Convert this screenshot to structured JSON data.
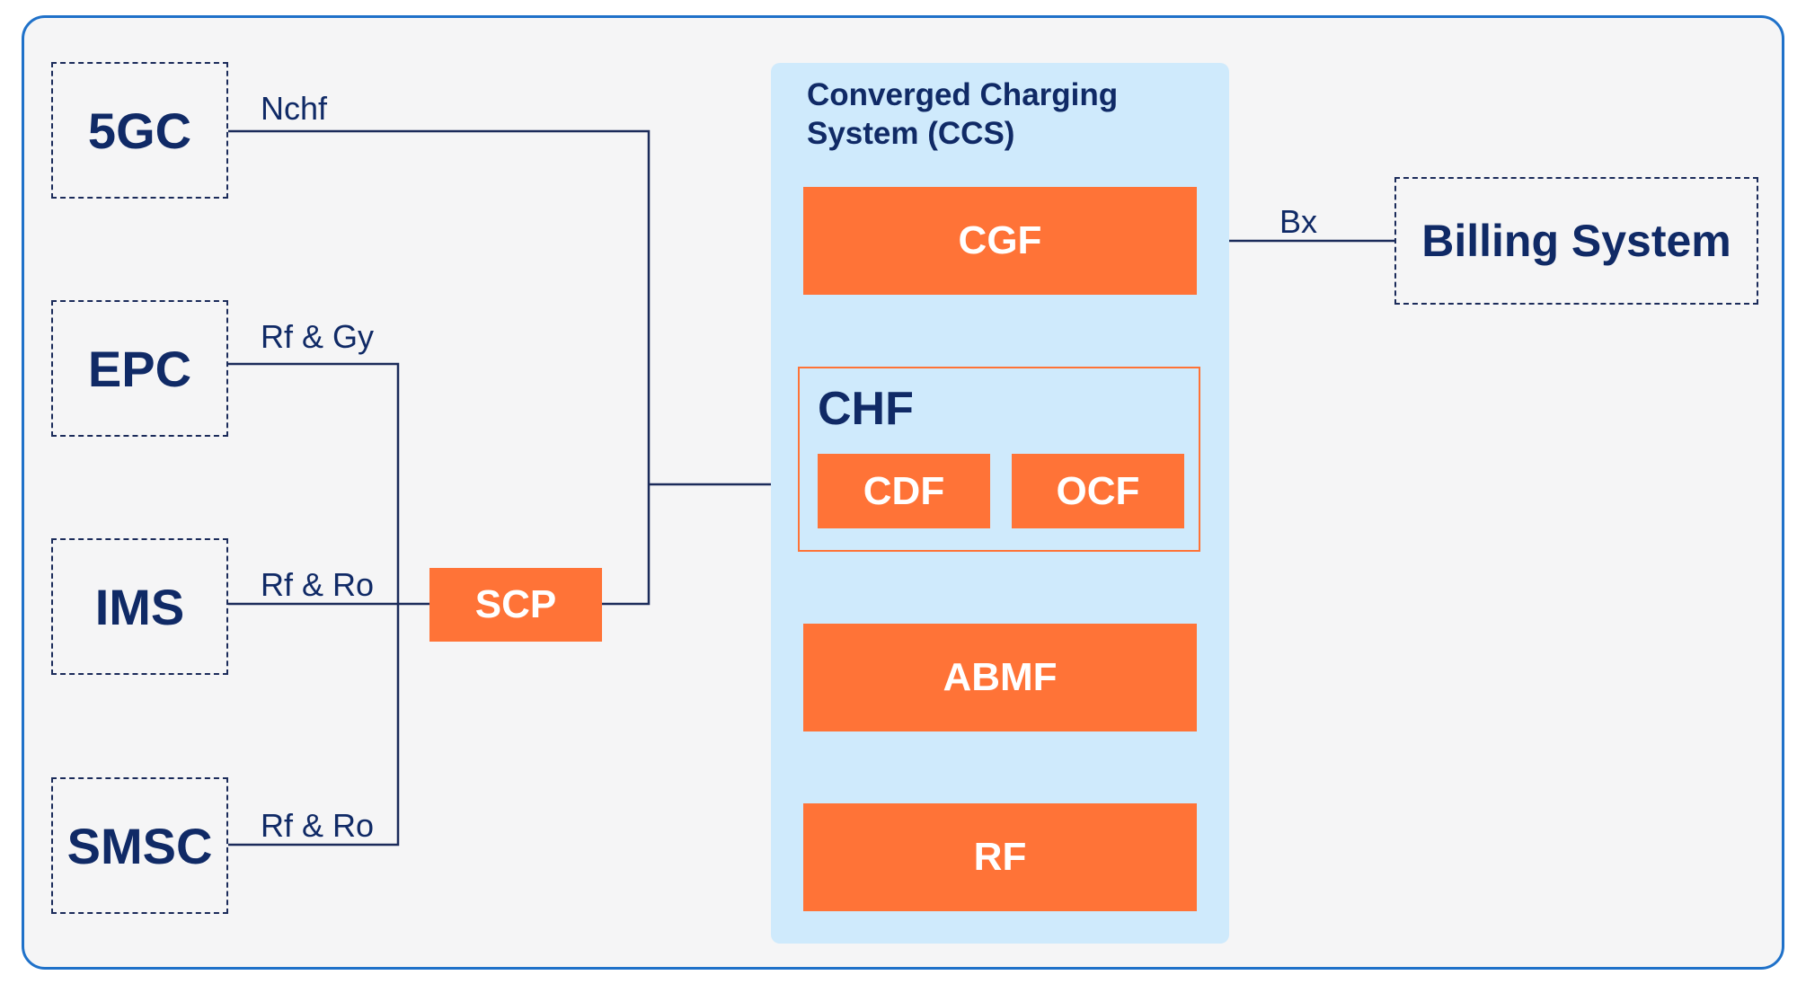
{
  "sources": [
    {
      "label": "5GC",
      "interface": "Nchf"
    },
    {
      "label": "EPC",
      "interface": "Rf & Gy"
    },
    {
      "label": "IMS",
      "interface": "Rf & Ro"
    },
    {
      "label": "SMSC",
      "interface": "Rf & Ro"
    }
  ],
  "scp": {
    "label": "SCP"
  },
  "ccs": {
    "title": "Converged Charging System (CCS)",
    "cgf": "CGF",
    "chf": {
      "title": "CHF",
      "cdf": "CDF",
      "ocf": "OCF"
    },
    "abmf": "ABMF",
    "rf": "RF"
  },
  "billing": {
    "label": "Billing System",
    "interface": "Bx"
  },
  "colors": {
    "accent": "#ff7337",
    "text": "#102a66",
    "ccs_bg": "#cfeafc",
    "border": "#1f71c9"
  }
}
